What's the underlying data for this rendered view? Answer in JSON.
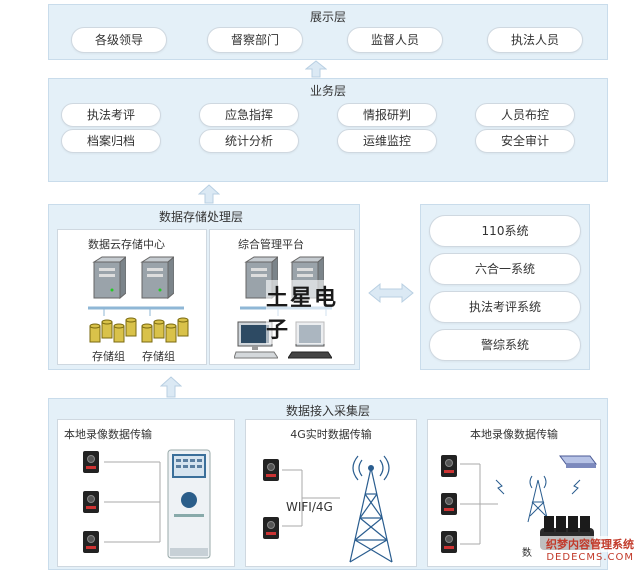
{
  "presentation": {
    "title": "展示层",
    "items": [
      "各级领导",
      "督察部门",
      "监督人员",
      "执法人员"
    ]
  },
  "business": {
    "title": "业务层",
    "row1": [
      "执法考评",
      "应急指挥",
      "情报研判",
      "人员布控"
    ],
    "row2": [
      "档案归档",
      "统计分析",
      "运维监控",
      "安全审计"
    ]
  },
  "storage": {
    "title": "数据存储处理层",
    "cloud_title": "数据云存储中心",
    "group1": "存储组",
    "group2": "存储组",
    "platform_title": "综合管理平台",
    "watermark": "土星电子"
  },
  "systems": [
    "110系统",
    "六合一系统",
    "执法考评系统",
    "警综系统"
  ],
  "collection": {
    "title": "数据接入采集层",
    "panel1_title": "本地录像数据传输",
    "panel2_title": "4G实时数据传输",
    "panel2_link": "WIFI/4G",
    "panel3_title": "本地录像数据传输",
    "panel3_partial": "数"
  },
  "footer_watermark": {
    "line1": "织梦内容管理系统",
    "line2": "DEDECMS.COM"
  }
}
